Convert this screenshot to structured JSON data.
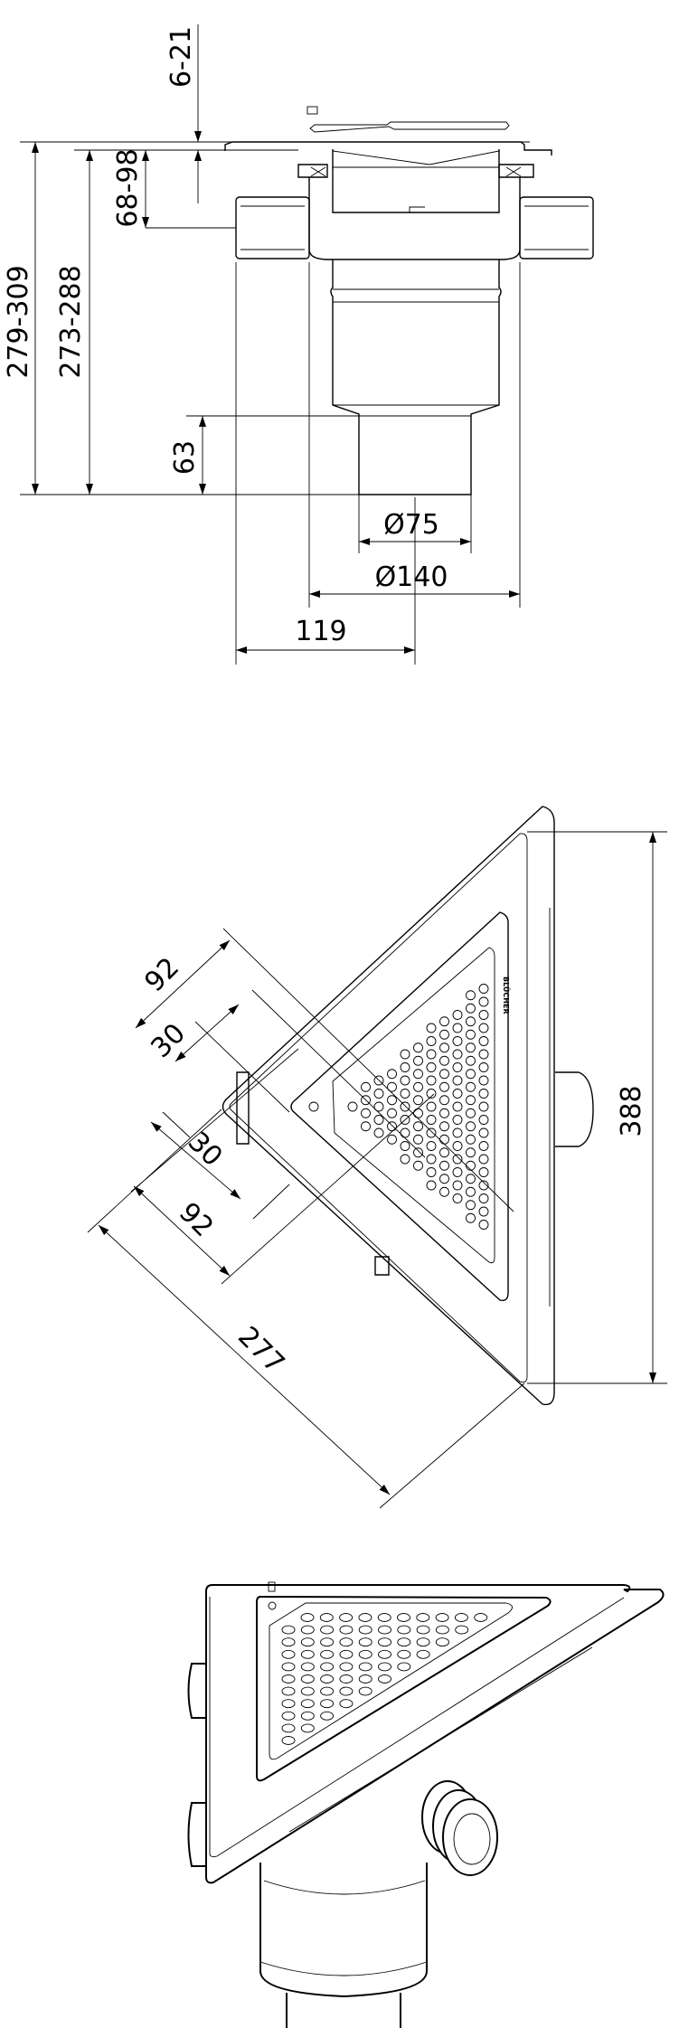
{
  "drawing": {
    "side_view": {
      "dimensions": {
        "grate_adjust": "6-21",
        "inlet_height": "68-98",
        "total_height_max": "279-309",
        "total_height": "273-288",
        "outlet_length": "63",
        "outlet_diameter": "Ø75",
        "body_diameter": "Ø140",
        "inlet_offset": "119"
      }
    },
    "top_view": {
      "dimensions": {
        "frame_height": "388",
        "leg_length": "277",
        "grate_leg_top": "92",
        "offset_top": "30",
        "offset_bottom": "30",
        "grate_leg_bottom": "92"
      },
      "brand_mark": "BLÜCHER"
    },
    "iso_view": {}
  },
  "colors": {
    "line": "#000000",
    "background": "#ffffff"
  }
}
